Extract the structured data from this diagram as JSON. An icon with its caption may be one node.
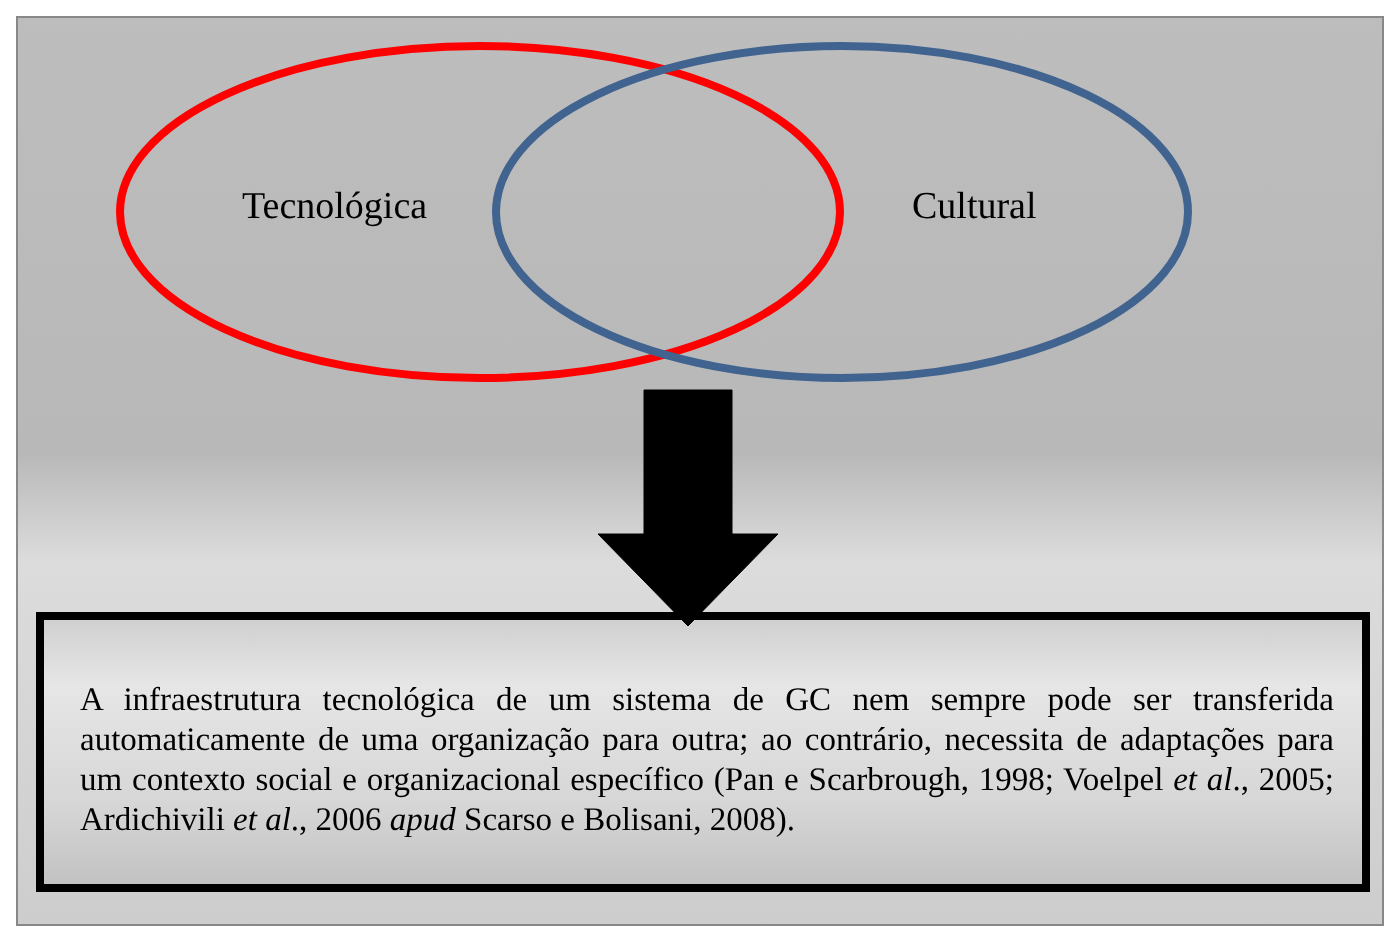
{
  "diagram": {
    "nodes": [
      {
        "text": [],
        "shape": "box"
      },
      {
        "text": [
          "Tecnológica"
        ],
        "in": 0
      },
      {
        "text": [
          "Cultural"
        ],
        "in": 0
      },
      {
        "text": [
          "A infraestrutura tecnológica de um sistema de GC nem sempre pode ser transferida automaticamente de uma organização para outra; ao contrário, necessita de adaptações para um contexto social e organizacional específico (Pan e Scarbrough, 1998; Voelpel *et al*., 2005; Ardichivili *et al*., 2006 *apud* Scarso e Bolisani, 2008)."
        ],
        "in": 0
      }
    ],
    "edges": [
      {
        "from": 1,
        "to": 3,
        "arrow": "to"
      },
      {
        "from": 2,
        "to": 3,
        "arrow": "to"
      }
    ]
  }
}
